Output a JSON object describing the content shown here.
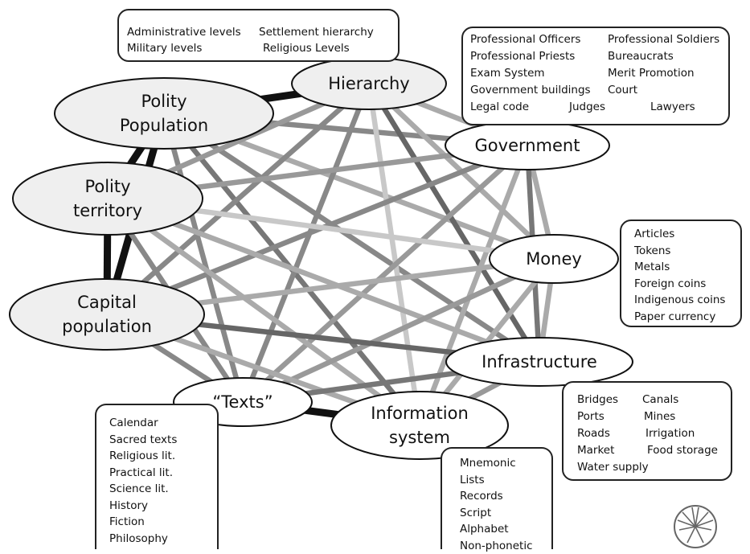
{
  "nodes": [
    {
      "id": "hierarchy",
      "lines": [
        "Hierarchy"
      ]
    },
    {
      "id": "polity-population",
      "lines": [
        "Polity",
        "Population"
      ]
    },
    {
      "id": "government",
      "lines": [
        "Government"
      ]
    },
    {
      "id": "polity-territory",
      "lines": [
        "Polity",
        "territory"
      ]
    },
    {
      "id": "money",
      "lines": [
        "Money"
      ]
    },
    {
      "id": "capital-population",
      "lines": [
        "Capital",
        "population"
      ]
    },
    {
      "id": "infrastructure",
      "lines": [
        "Infrastructure"
      ]
    },
    {
      "id": "texts",
      "lines": [
        "“Texts”"
      ]
    },
    {
      "id": "information-system",
      "lines": [
        "Information",
        "system"
      ]
    }
  ],
  "boxes": {
    "hierarchy": [
      "Administrative levels",
      "Settlement hierarchy",
      "Military levels",
      "Religious Levels"
    ],
    "government": [
      "Professional Officers",
      "Professional Soldiers",
      "Professional Priests",
      "Bureaucrats",
      "Exam System",
      "Merit Promotion",
      "Government buildings",
      "Court",
      "Legal code",
      "Judges",
      "Lawyers"
    ],
    "money": [
      "Articles",
      "Tokens",
      "Metals",
      "Foreign coins",
      "Indigenous coins",
      "Paper currency"
    ],
    "infrastructure": [
      "Bridges",
      "Canals",
      "Ports",
      "Mines",
      "Roads",
      "Irrigation",
      "Market",
      "Food storage",
      "Water supply"
    ],
    "texts": [
      "Calendar",
      "Sacred texts",
      "Religious  lit.",
      "Practical lit.",
      "Science lit.",
      "History",
      "Fiction",
      "Philosophy"
    ],
    "information_system": [
      "Mnemonic",
      "Lists",
      "Records",
      "Script",
      "Alphabet",
      "Non-phonetic"
    ]
  },
  "edges": [
    {
      "from": "polity-population",
      "to": "hierarchy",
      "color": "#111111"
    },
    {
      "from": "polity-population",
      "to": "polity-territory",
      "color": "#111111"
    },
    {
      "from": "polity-population",
      "to": "capital-population",
      "color": "#111111"
    },
    {
      "from": "polity-territory",
      "to": "capital-population",
      "color": "#111111"
    },
    {
      "from": "texts",
      "to": "information-system",
      "color": "#111111"
    },
    {
      "from": "polity-population",
      "to": "government",
      "color": "#888888"
    },
    {
      "from": "polity-population",
      "to": "money",
      "color": "#aaaaaa"
    },
    {
      "from": "polity-population",
      "to": "infrastructure",
      "color": "#888888"
    },
    {
      "from": "polity-population",
      "to": "texts",
      "color": "#888888"
    },
    {
      "from": "polity-population",
      "to": "information-system",
      "color": "#777777"
    },
    {
      "from": "hierarchy",
      "to": "government",
      "color": "#aaaaaa"
    },
    {
      "from": "hierarchy",
      "to": "polity-territory",
      "color": "#999999"
    },
    {
      "from": "hierarchy",
      "to": "money",
      "color": "#aaaaaa"
    },
    {
      "from": "hierarchy",
      "to": "capital-population",
      "color": "#888888"
    },
    {
      "from": "hierarchy",
      "to": "infrastructure",
      "color": "#666666"
    },
    {
      "from": "hierarchy",
      "to": "texts",
      "color": "#888888"
    },
    {
      "from": "hierarchy",
      "to": "information-system",
      "color": "#c8c8c8"
    },
    {
      "from": "government",
      "to": "polity-territory",
      "color": "#999999"
    },
    {
      "from": "government",
      "to": "money",
      "color": "#aaaaaa"
    },
    {
      "from": "government",
      "to": "capital-population",
      "color": "#888888"
    },
    {
      "from": "government",
      "to": "infrastructure",
      "color": "#777777"
    },
    {
      "from": "government",
      "to": "texts",
      "color": "#999999"
    },
    {
      "from": "government",
      "to": "information-system",
      "color": "#aaaaaa"
    },
    {
      "from": "polity-territory",
      "to": "money",
      "color": "#c8c8c8"
    },
    {
      "from": "polity-territory",
      "to": "infrastructure",
      "color": "#aaaaaa"
    },
    {
      "from": "polity-territory",
      "to": "texts",
      "color": "#888888"
    },
    {
      "from": "polity-territory",
      "to": "information-system",
      "color": "#aaaaaa"
    },
    {
      "from": "money",
      "to": "capital-population",
      "color": "#aaaaaa"
    },
    {
      "from": "money",
      "to": "infrastructure",
      "color": "#aaaaaa"
    },
    {
      "from": "money",
      "to": "texts",
      "color": "#999999"
    },
    {
      "from": "money",
      "to": "information-system",
      "color": "#aaaaaa"
    },
    {
      "from": "capital-population",
      "to": "infrastructure",
      "color": "#666666"
    },
    {
      "from": "capital-population",
      "to": "texts",
      "color": "#888888"
    },
    {
      "from": "capital-population",
      "to": "information-system",
      "color": "#aaaaaa"
    },
    {
      "from": "infrastructure",
      "to": "texts",
      "color": "#777777"
    },
    {
      "from": "infrastructure",
      "to": "information-system",
      "color": "#999999"
    }
  ]
}
